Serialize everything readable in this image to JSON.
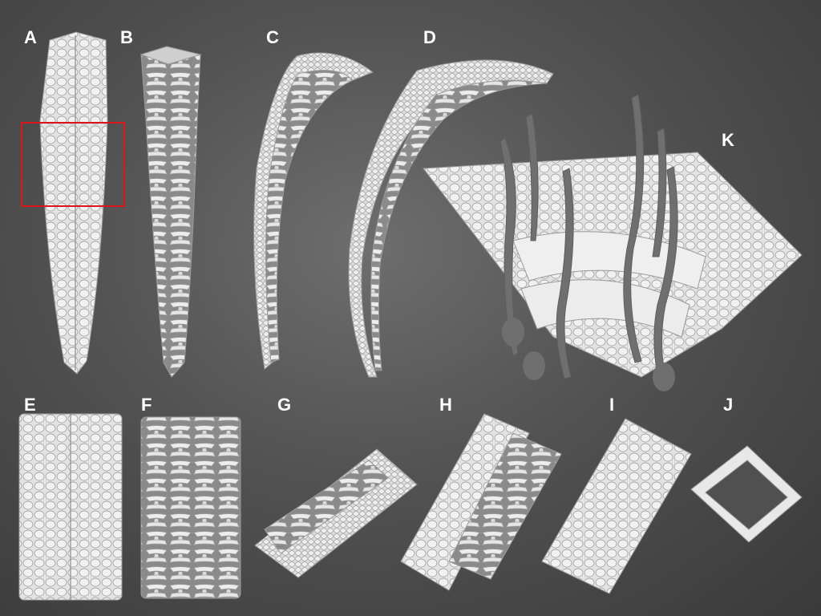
{
  "figure": {
    "panel_labels": [
      "A",
      "B",
      "C",
      "D",
      "K",
      "E",
      "F",
      "G",
      "H",
      "I",
      "J"
    ],
    "colors": {
      "background": "#505050",
      "specimen": "#e6e6e6",
      "specimen_shadow": "#9a9a9a",
      "spine": "#6f6f6f",
      "highlight_box": "#d9161b",
      "label": "#ffffff"
    }
  }
}
